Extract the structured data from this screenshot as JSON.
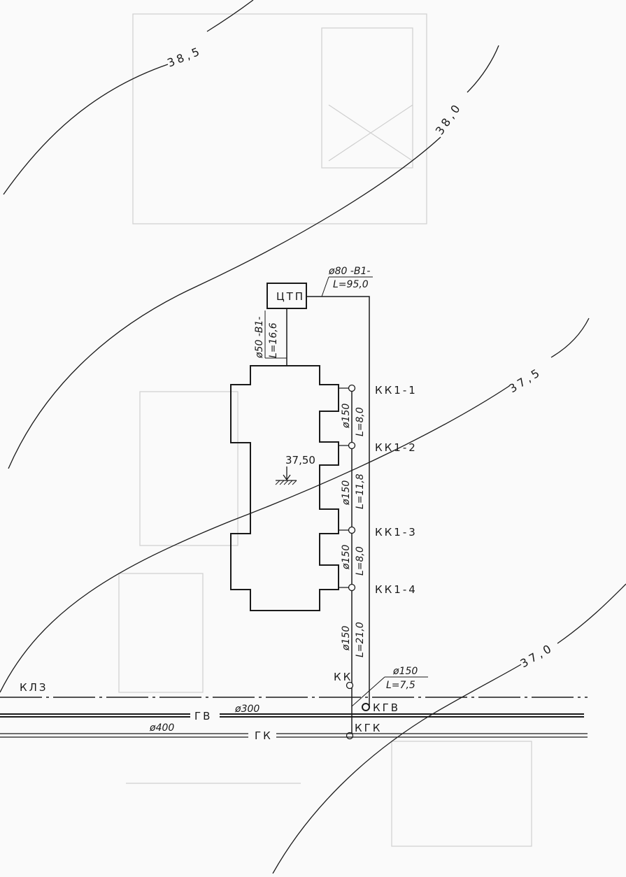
{
  "contours": [
    {
      "id": "c385",
      "label": "38,5"
    },
    {
      "id": "c380",
      "label": "38,0"
    },
    {
      "id": "c375",
      "label": "37,5"
    },
    {
      "id": "c370",
      "label": "37,0"
    }
  ],
  "substation": {
    "label": "ЦТП"
  },
  "pipe_b1_main": {
    "diameter": "ø80 -B1-",
    "length": "L=95,0"
  },
  "pipe_b1_branch": {
    "diameter": "ø50 -B1-",
    "length": "L=16,6"
  },
  "sewer_segments": [
    {
      "diameter": "ø150",
      "length": "L=8,0"
    },
    {
      "diameter": "ø150",
      "length": "L=11,8"
    },
    {
      "diameter": "ø150",
      "length": "L=8,0"
    },
    {
      "diameter": "ø150",
      "length": "L=21,0"
    }
  ],
  "outlet_pipe": {
    "diameter": "ø150",
    "length": "L=7,5"
  },
  "wells": [
    "КК1-1",
    "КК1-2",
    "КК1-3",
    "КК1-4",
    "КК",
    "КГВ",
    "КГК"
  ],
  "elevation_mark": "37,50",
  "networks": {
    "cable": "КЛЗ",
    "water": "ГВ",
    "water_diameter": "ø300",
    "sewer": "ГК",
    "sewer_diameter": "ø400"
  }
}
